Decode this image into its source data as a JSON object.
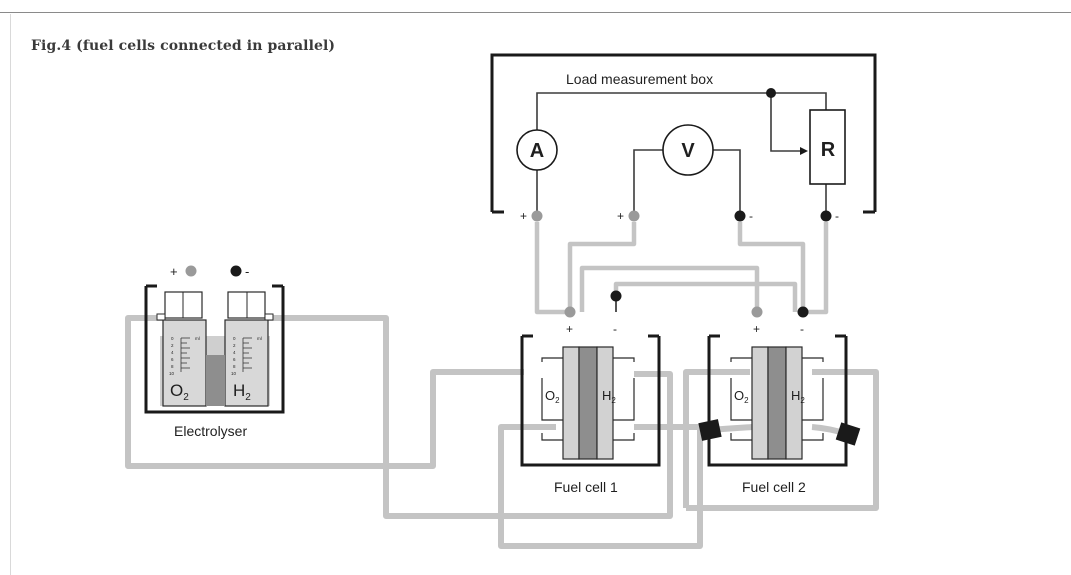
{
  "figure": {
    "title": "Fig.4 (fuel cells connected in parallel)"
  },
  "load_box": {
    "title": "Load measurement box",
    "ammeter_symbol": "A",
    "voltmeter_symbol": "V",
    "resistor_symbol": "R",
    "terminals": [
      "+",
      "+",
      "-",
      "-"
    ]
  },
  "electrolyser": {
    "label": "Electrolyser",
    "left_gas": "O2",
    "right_gas": "H2",
    "plus": "+",
    "minus": "-",
    "scale_unit": "ml",
    "scale_ticks": [
      "0",
      "2",
      "4",
      "6",
      "8",
      "10"
    ]
  },
  "fuel_cell_1": {
    "label": "Fuel cell 1",
    "left_gas": "O2",
    "right_gas": "H2",
    "plus": "+",
    "minus": "-"
  },
  "fuel_cell_2": {
    "label": "Fuel cell 2",
    "left_gas": "O2",
    "right_gas": "H2",
    "plus": "+",
    "minus": "-"
  },
  "colors": {
    "tube": "#c4c4c4",
    "wire": "#3c3c3c",
    "frame": "#1a1a1a",
    "positive_node": "#9a9a9a",
    "negative_node": "#1a1a1a",
    "membrane": "#8e8e8e",
    "electrode": "#d2d2d2",
    "water": "#cfcfcf"
  }
}
